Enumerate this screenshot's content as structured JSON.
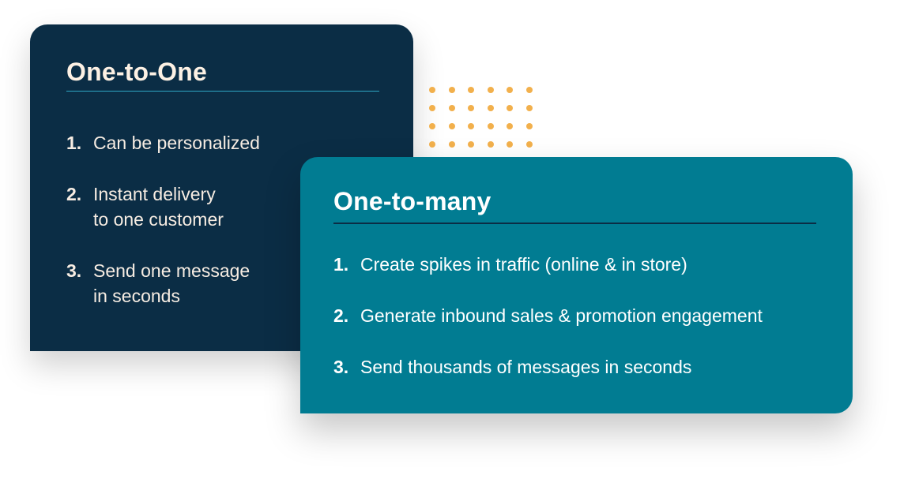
{
  "cards": {
    "one_to_one": {
      "title": "One-to-One",
      "background": "#0b2d45",
      "items": [
        {
          "num": "1.",
          "text": "Can be personalized"
        },
        {
          "num": "2.",
          "text": "Instant delivery\nto one customer"
        },
        {
          "num": "3.",
          "text": "Send one message\nin seconds"
        }
      ]
    },
    "one_to_many": {
      "title": "One-to-many",
      "background": "#017c92",
      "items": [
        {
          "num": "1.",
          "text": "Create spikes in traffic (online & in store)"
        },
        {
          "num": "2.",
          "text": "Generate inbound sales & promotion engagement"
        },
        {
          "num": "3.",
          "text": "Send thousands of messages in seconds"
        }
      ]
    }
  },
  "decoration": {
    "dot_grid": {
      "columns": 6,
      "rows": 4,
      "color": "#f2b04c"
    }
  },
  "colors": {
    "navy": "#0b2d45",
    "teal": "#017c92",
    "cream_text": "#fdf1e4",
    "rule_cyan": "#2fa6c4",
    "dot_orange": "#f2b04c"
  }
}
